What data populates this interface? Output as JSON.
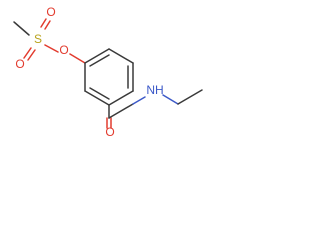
{
  "molecule": {
    "atoms": {
      "sulfur": "S",
      "oxygen_top": "O",
      "oxygen_left": "O",
      "oxygen_ester": "O",
      "oxygen_ketone": "O",
      "amine": "NH"
    },
    "colors": {
      "bond": "#3a3a3a",
      "oxygen": "#e23b2e",
      "sulfur": "#b8a21b",
      "nitrogen": "#3c59c8",
      "background": "#ffffff"
    }
  }
}
